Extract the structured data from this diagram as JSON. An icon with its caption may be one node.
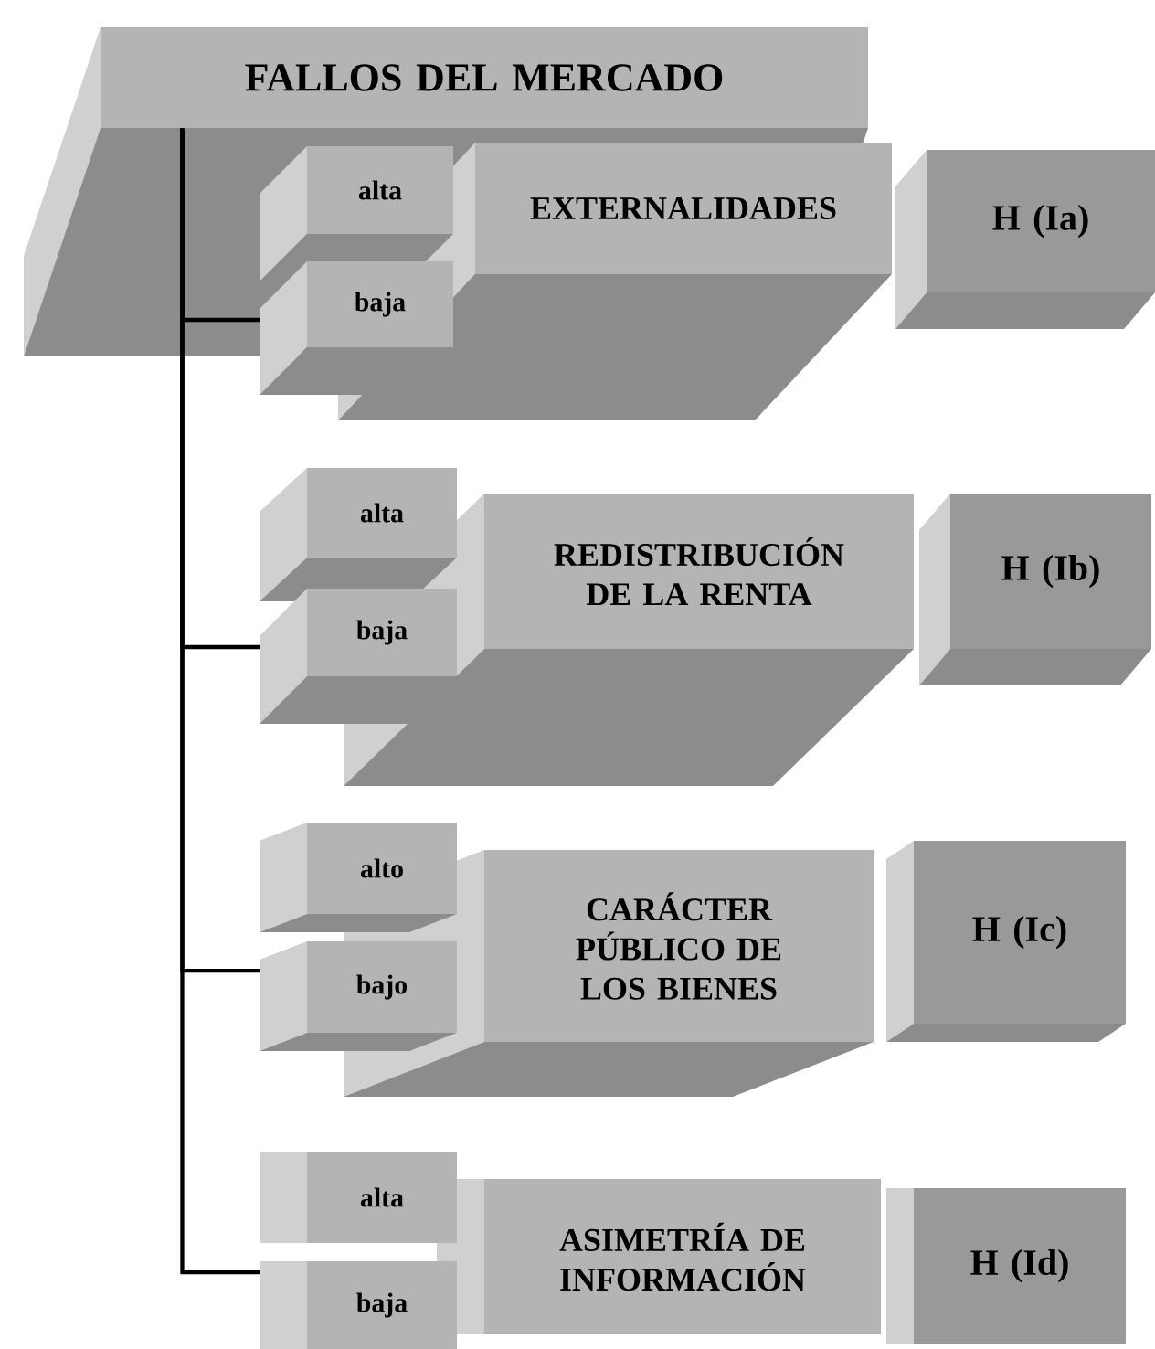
{
  "diagram": {
    "nodes": [
      {
        "text": [
          "FALLOS DEL MERCADO"
        ]
      },
      {
        "text": [
          "alta"
        ]
      },
      {
        "text": [
          "baja"
        ]
      },
      {
        "text": [
          "EXTERNALIDADES"
        ]
      },
      {
        "text": [
          "H (Ia)"
        ]
      },
      {
        "text": [
          "alta"
        ]
      },
      {
        "text": [
          "baja"
        ]
      },
      {
        "text": [
          "REDISTRIBUCIÓN DE LA RENTA"
        ]
      },
      {
        "text": [
          "H (Ib)"
        ]
      },
      {
        "text": [
          "alto"
        ]
      },
      {
        "text": [
          "bajo"
        ]
      },
      {
        "text": [
          "CARÁCTER PÚBLICO DE LOS BIENES"
        ]
      },
      {
        "text": [
          "H (Ic)"
        ]
      },
      {
        "text": [
          "alta"
        ]
      },
      {
        "text": [
          "baja"
        ]
      },
      {
        "text": [
          "ASIMETRÍA DE INFORMACIÓN"
        ]
      },
      {
        "text": [
          "H (Id)"
        ]
      }
    ],
    "edges": [
      {
        "from": 0,
        "to": 2,
        "arrow": "none"
      },
      {
        "from": 0,
        "to": 6,
        "arrow": "none"
      },
      {
        "from": 0,
        "to": 10,
        "arrow": "none"
      },
      {
        "from": 0,
        "to": 14,
        "arrow": "none"
      }
    ]
  }
}
